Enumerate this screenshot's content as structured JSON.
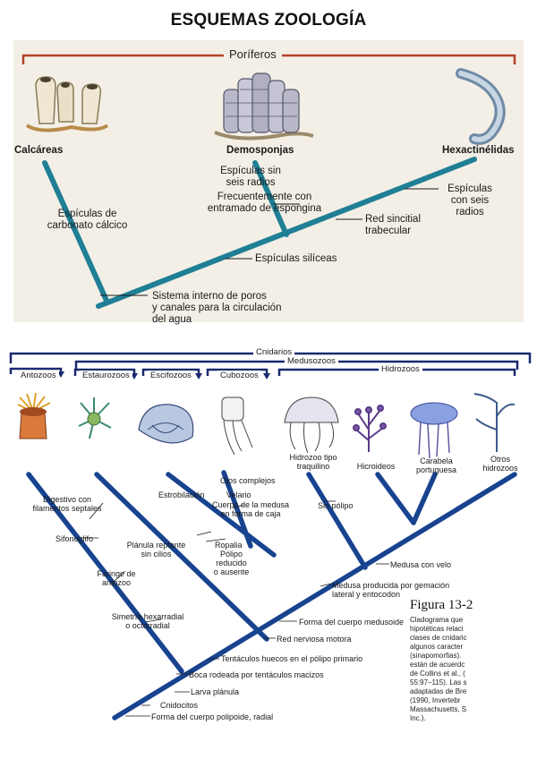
{
  "page": {
    "title": "ESQUEMAS ZOOLOGÍA"
  },
  "panel1": {
    "header": "Poríferos",
    "groups": [
      "Calcáreas",
      "Demosponjas",
      "Hexactinélidas"
    ],
    "characters": {
      "espiculas_carbonato": "Espículas de\ncarbonato cálcico",
      "espiculas_sin_radios": "Espículas sin\nseis radios",
      "entramado": "Frecuentemente con\nentramado de espongina",
      "espiculas_seis_radios": "Espículas\ncon seis\nradios",
      "red_sincitial": "Red sincitial\ntrabecular",
      "espiculas_siliceas": "Espículas silíceas",
      "sistema_poros": "Sistema interno de poros\ny canales para la circulación\ndel agua"
    },
    "colors": {
      "branch": "#1f7f95",
      "bracket": "#b4412a",
      "background": "#f3efe6"
    }
  },
  "panel2": {
    "brackets": {
      "cnidarios": "Cnidarios",
      "medusozoos": "Medusozoos",
      "hidrozoos": "Hidrozoos",
      "antozoos": "Antozoos",
      "estaurozoos": "Estaurozoos",
      "escifozoos": "Escifozoos",
      "cubozoos": "Cubozoos"
    },
    "organisms": {
      "hidrozoo_traquilino": "Hidrozoo tipo\ntraquilino",
      "hicroideos": "Hicroideos",
      "carabela": "Carabela\nportuguesa",
      "otros_hidrozoos": "Otros\nhidrozoos"
    },
    "characters": {
      "digestivo": "Digestivo con\nfilamentos septales",
      "sifonoglifo": "Sifonoglifo",
      "faringe": "Faringe de\nantozoo",
      "simetria": "Simetría hexarradial\no octorradial",
      "planula_reptante": "Plánula reptante\nsin cilios",
      "estrobilacion": "Estrobilación",
      "ojos_complejos": "Ojos complejos",
      "velario": "Velario",
      "cuerpo_caja": "Cuerpo de la medusa\nen forma de caja",
      "ropalia": "Ropalia",
      "polipo_reducido": "Pólipo\nreducido\no ausente",
      "sin_polipo": "Sin pólipo",
      "medusa_velo": "Medusa con velo",
      "medusa_gemacion": "Medusa producida por gemación\nlateral y entocodon",
      "forma_medusoide": "Forma del cuerpo medusoide",
      "red_nerviosa": "Red nerviosa motora",
      "tentaculos_huecos": "Tentáculos huecos en el pólipo primario",
      "boca_rodeada": "Boca rodeada por tentáculos macizos",
      "larva_planula": "Larva plánula",
      "cnidocitos": "Cnidocitos",
      "forma_poliploide": "Forma del cuerpo polipoide, radial"
    },
    "figure_title": "Figura 13-2",
    "figure_caption": [
      "Cladograma que",
      "hipotéticas relaci",
      "clases de cnidaric",
      "algunos caracter",
      "(sinapomorfias).",
      "están de acuerdc",
      "de Collins et al., (",
      "55:97–115). Las s",
      "adaptadas de Bre",
      "(1990, Invertebr",
      "Massachusetts, S",
      "Inc.)."
    ],
    "colors": {
      "branch": "#17438f",
      "bracket": "#1a2a6e"
    }
  }
}
